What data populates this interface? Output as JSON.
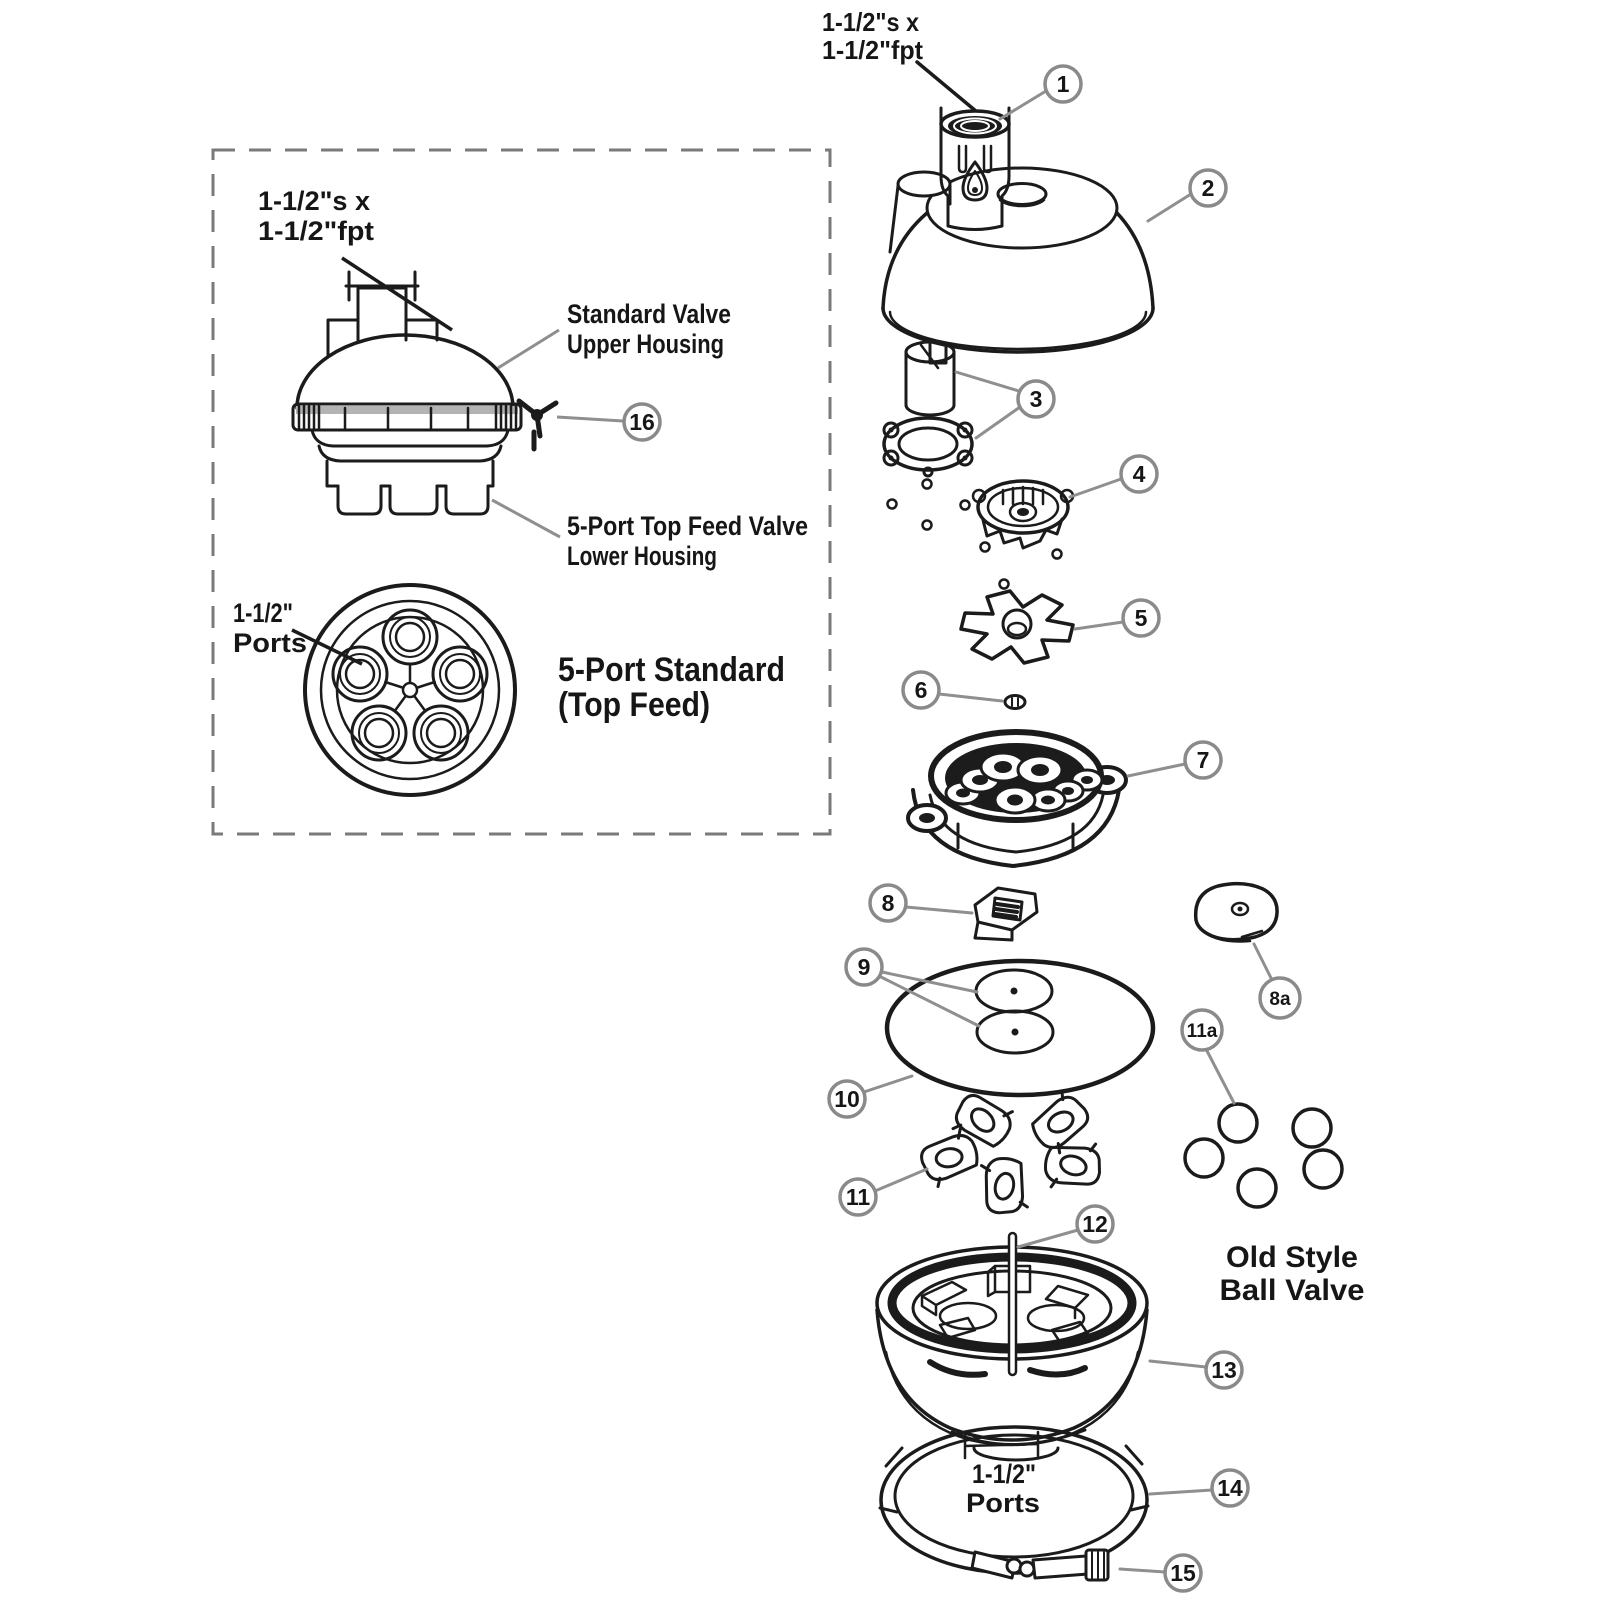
{
  "colors": {
    "ink": "#1b1b1b",
    "leader_gray": "#8f8f8f",
    "callout_ring": "#8a8a8a",
    "clamp_band_gray": "#b3b3b3",
    "background": "#ffffff"
  },
  "inset": {
    "fitting_label": {
      "line1": "1-1/2\"s x",
      "line2": "1-1/2\"fpt"
    },
    "upper_housing_label": {
      "line1": "Standard Valve",
      "line2": "Upper Housing"
    },
    "lower_housing_label": {
      "line1": "5-Port Top Feed Valve",
      "line2": "Lower Housing"
    },
    "ports_label": {
      "line1": "1-1/2\"",
      "line2": "Ports"
    },
    "title": {
      "line1": "5-Port Standard",
      "line2": "(Top Feed)"
    },
    "callout_16": "16"
  },
  "exploded": {
    "fitting_label": {
      "line1": "1-1/2\"s x",
      "line2": "1-1/2\"fpt"
    },
    "ports_label": {
      "line1": "1-1/2\"",
      "line2": "Ports"
    },
    "old_style_label": {
      "line1": "Old Style",
      "line2": "Ball Valve"
    },
    "callouts": {
      "c1": "1",
      "c2": "2",
      "c3": "3",
      "c4": "4",
      "c5": "5",
      "c6": "6",
      "c7": "7",
      "c8": "8",
      "c8a": "8a",
      "c9": "9",
      "c10": "10",
      "c11": "11",
      "c11a": "11a",
      "c12": "12",
      "c13": "13",
      "c14": "14",
      "c15": "15"
    }
  }
}
